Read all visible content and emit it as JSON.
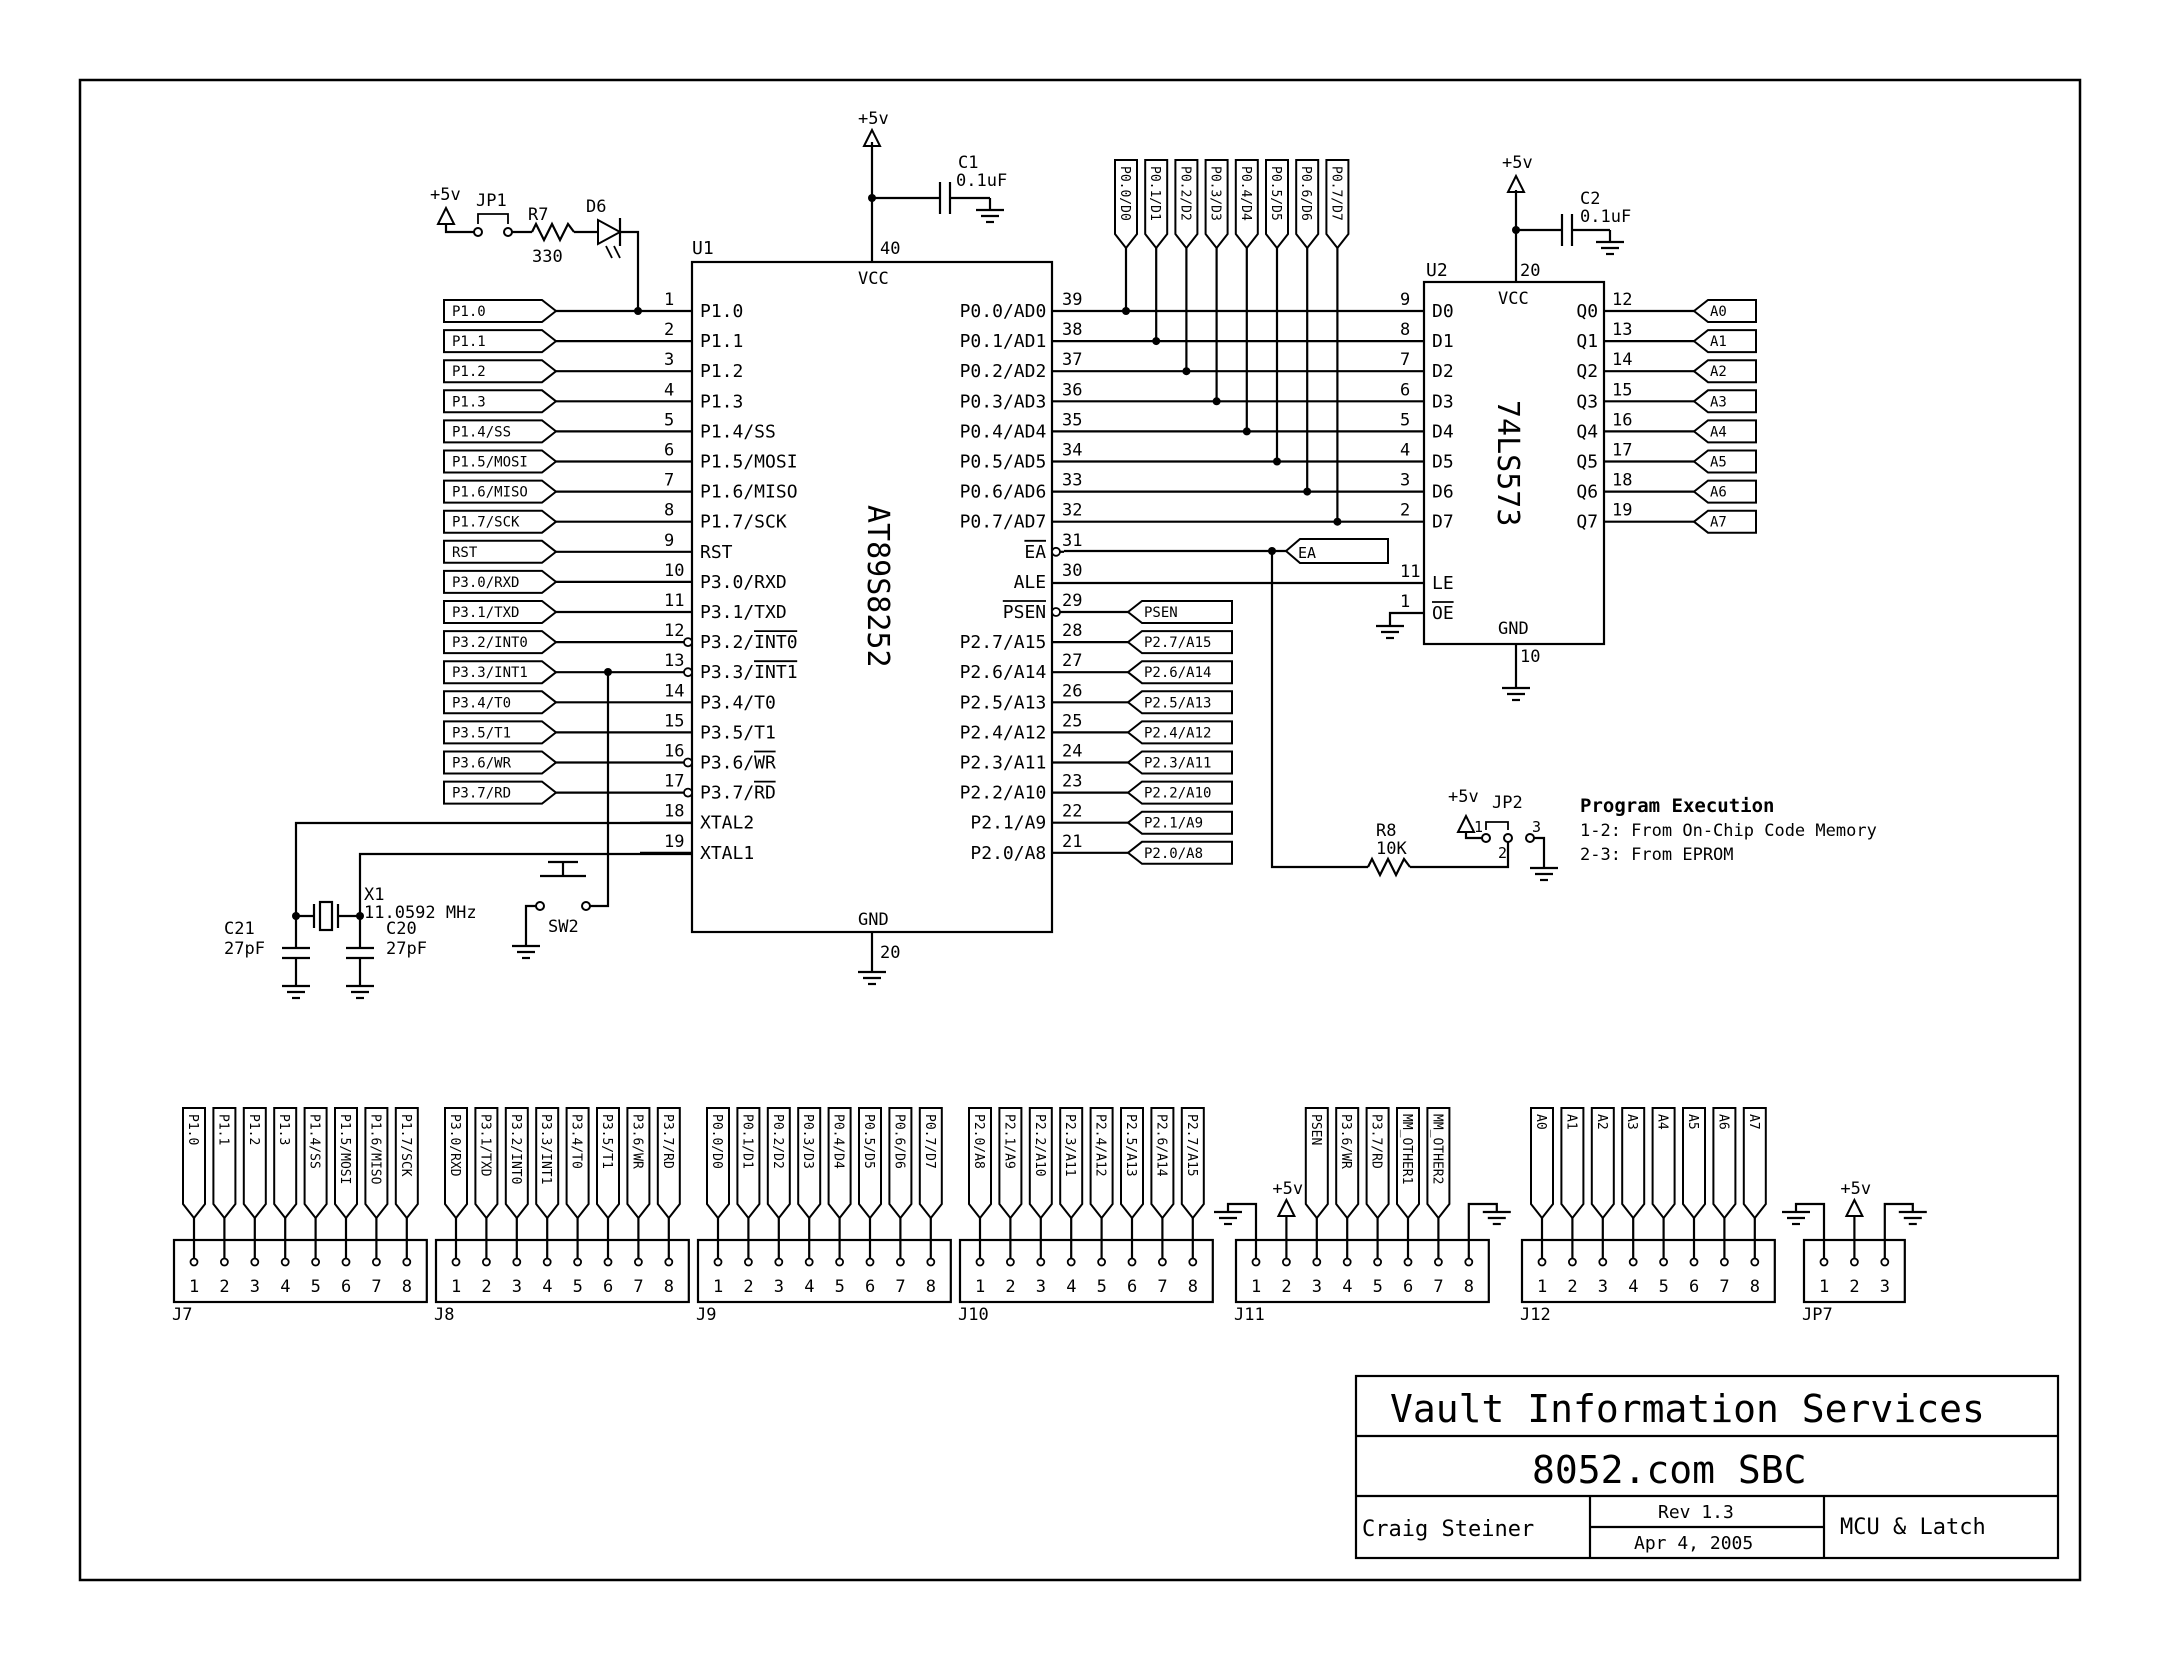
{
  "u1": {
    "ref": "U1",
    "part": "AT89S8252",
    "vcc": "VCC",
    "vcc_pin": "40",
    "gnd": "GND",
    "gnd_pin": "20",
    "left": [
      {
        "pin": "1",
        "name": "P1.0",
        "flag": "P1.0"
      },
      {
        "pin": "2",
        "name": "P1.1",
        "flag": "P1.1"
      },
      {
        "pin": "3",
        "name": "P1.2",
        "flag": "P1.2"
      },
      {
        "pin": "4",
        "name": "P1.3",
        "flag": "P1.3"
      },
      {
        "pin": "5",
        "name": "P1.4/SS",
        "flag": "P1.4/SS"
      },
      {
        "pin": "6",
        "name": "P1.5/MOSI",
        "flag": "P1.5/MOSI"
      },
      {
        "pin": "7",
        "name": "P1.6/MISO",
        "flag": "P1.6/MISO"
      },
      {
        "pin": "8",
        "name": "P1.7/SCK",
        "flag": "P1.7/SCK"
      },
      {
        "pin": "9",
        "name": "RST",
        "flag": "RST"
      },
      {
        "pin": "10",
        "name": "P3.0/RXD",
        "flag": "P3.0/RXD"
      },
      {
        "pin": "11",
        "name": "P3.1/TXD",
        "flag": "P3.1/TXD"
      },
      {
        "pin": "12",
        "name": "P3.2/INT0",
        "flag": "P3.2/INT0"
      },
      {
        "pin": "13",
        "name": "P3.3/INT1",
        "flag": "P3.3/INT1"
      },
      {
        "pin": "14",
        "name": "P3.4/T0",
        "flag": "P3.4/T0"
      },
      {
        "pin": "15",
        "name": "P3.5/T1",
        "flag": "P3.5/T1"
      },
      {
        "pin": "16",
        "name": "P3.6/WR",
        "flag": "P3.6/WR"
      },
      {
        "pin": "17",
        "name": "P3.7/RD",
        "flag": "P3.7/RD"
      },
      {
        "pin": "18",
        "name": "XTAL2",
        "flag": ""
      },
      {
        "pin": "19",
        "name": "XTAL1",
        "flag": ""
      }
    ],
    "right": [
      {
        "pin": "39",
        "name": "P0.0/AD0",
        "flag": ""
      },
      {
        "pin": "38",
        "name": "P0.1/AD1",
        "flag": ""
      },
      {
        "pin": "37",
        "name": "P0.2/AD2",
        "flag": ""
      },
      {
        "pin": "36",
        "name": "P0.3/AD3",
        "flag": ""
      },
      {
        "pin": "35",
        "name": "P0.4/AD4",
        "flag": ""
      },
      {
        "pin": "34",
        "name": "P0.5/AD5",
        "flag": ""
      },
      {
        "pin": "33",
        "name": "P0.6/AD6",
        "flag": ""
      },
      {
        "pin": "32",
        "name": "P0.7/AD7",
        "flag": ""
      },
      {
        "pin": "31",
        "name": "EA",
        "flag": ""
      },
      {
        "pin": "30",
        "name": "ALE",
        "flag": ""
      },
      {
        "pin": "29",
        "name": "PSEN",
        "flag": "PSEN"
      },
      {
        "pin": "28",
        "name": "P2.7/A15",
        "flag": "P2.7/A15"
      },
      {
        "pin": "27",
        "name": "P2.6/A14",
        "flag": "P2.6/A14"
      },
      {
        "pin": "26",
        "name": "P2.5/A13",
        "flag": "P2.5/A13"
      },
      {
        "pin": "25",
        "name": "P2.4/A12",
        "flag": "P2.4/A12"
      },
      {
        "pin": "24",
        "name": "P2.3/A11",
        "flag": "P2.3/A11"
      },
      {
        "pin": "23",
        "name": "P2.2/A10",
        "flag": "P2.2/A10"
      },
      {
        "pin": "22",
        "name": "P2.1/A9",
        "flag": "P2.1/A9"
      },
      {
        "pin": "21",
        "name": "P2.0/A8",
        "flag": "P2.0/A8"
      }
    ]
  },
  "p0_flags": [
    "P0.0/D0",
    "P0.1/D1",
    "P0.2/D2",
    "P0.3/D3",
    "P0.4/D4",
    "P0.5/D5",
    "P0.6/D6",
    "P0.7/D7"
  ],
  "u2": {
    "ref": "U2",
    "part": "74LS573",
    "vcc": "VCC",
    "vcc_pin": "20",
    "gnd": "GND",
    "gnd_pin": "10",
    "left": [
      {
        "pin": "9",
        "name": "D0"
      },
      {
        "pin": "8",
        "name": "D1"
      },
      {
        "pin": "7",
        "name": "D2"
      },
      {
        "pin": "6",
        "name": "D3"
      },
      {
        "pin": "5",
        "name": "D4"
      },
      {
        "pin": "4",
        "name": "D5"
      },
      {
        "pin": "3",
        "name": "D6"
      },
      {
        "pin": "2",
        "name": "D7"
      },
      {
        "pin": "11",
        "name": "LE"
      },
      {
        "pin": "1",
        "name": "OE"
      }
    ],
    "right": [
      {
        "pin": "12",
        "name": "Q0",
        "flag": "A0"
      },
      {
        "pin": "13",
        "name": "Q1",
        "flag": "A1"
      },
      {
        "pin": "14",
        "name": "Q2",
        "flag": "A2"
      },
      {
        "pin": "15",
        "name": "Q3",
        "flag": "A3"
      },
      {
        "pin": "16",
        "name": "Q4",
        "flag": "A4"
      },
      {
        "pin": "17",
        "name": "Q5",
        "flag": "A5"
      },
      {
        "pin": "18",
        "name": "Q6",
        "flag": "A6"
      },
      {
        "pin": "19",
        "name": "Q7",
        "flag": "A7"
      }
    ]
  },
  "ea_flag": "EA",
  "power": "+5v",
  "c1": {
    "ref": "C1",
    "value": "0.1uF"
  },
  "c2": {
    "ref": "C2",
    "value": "0.1uF"
  },
  "jp1": {
    "ref": "JP1"
  },
  "r7": {
    "ref": "R7",
    "value": "330"
  },
  "d6": {
    "ref": "D6"
  },
  "x1": {
    "ref": "X1",
    "value": "11.0592 MHz"
  },
  "c21": {
    "ref": "C21",
    "value": "27pF"
  },
  "c20": {
    "ref": "C20",
    "value": "27pF"
  },
  "sw2": {
    "ref": "SW2"
  },
  "r8": {
    "ref": "R8",
    "value": "10K"
  },
  "jp2": {
    "ref": "JP2",
    "pins": [
      "1",
      "2",
      "3"
    ]
  },
  "note": {
    "title": "Program Execution",
    "line1": "1-2: From On-Chip Code Memory",
    "line2": "2-3: From EPROM"
  },
  "headers": [
    {
      "ref": "J7",
      "pins": [
        {
          "t": "flag",
          "label": "P1.0"
        },
        {
          "t": "flag",
          "label": "P1.1"
        },
        {
          "t": "flag",
          "label": "P1.2"
        },
        {
          "t": "flag",
          "label": "P1.3"
        },
        {
          "t": "flag",
          "label": "P1.4/SS"
        },
        {
          "t": "flag",
          "label": "P1.5/MOSI"
        },
        {
          "t": "flag",
          "label": "P1.6/MISO"
        },
        {
          "t": "flag",
          "label": "P1.7/SCK"
        }
      ]
    },
    {
      "ref": "J8",
      "pins": [
        {
          "t": "flag",
          "label": "P3.0/RXD"
        },
        {
          "t": "flag",
          "label": "P3.1/TXD"
        },
        {
          "t": "flag",
          "label": "P3.2/INT0"
        },
        {
          "t": "flag",
          "label": "P3.3/INT1"
        },
        {
          "t": "flag",
          "label": "P3.4/T0"
        },
        {
          "t": "flag",
          "label": "P3.5/T1"
        },
        {
          "t": "flag",
          "label": "P3.6/WR"
        },
        {
          "t": "flag",
          "label": "P3.7/RD"
        }
      ]
    },
    {
      "ref": "J9",
      "pins": [
        {
          "t": "flag",
          "label": "P0.0/D0"
        },
        {
          "t": "flag",
          "label": "P0.1/D1"
        },
        {
          "t": "flag",
          "label": "P0.2/D2"
        },
        {
          "t": "flag",
          "label": "P0.3/D3"
        },
        {
          "t": "flag",
          "label": "P0.4/D4"
        },
        {
          "t": "flag",
          "label": "P0.5/D5"
        },
        {
          "t": "flag",
          "label": "P0.6/D6"
        },
        {
          "t": "flag",
          "label": "P0.7/D7"
        }
      ]
    },
    {
      "ref": "J10",
      "pins": [
        {
          "t": "flag",
          "label": "P2.0/A8"
        },
        {
          "t": "flag",
          "label": "P2.1/A9"
        },
        {
          "t": "flag",
          "label": "P2.2/A10"
        },
        {
          "t": "flag",
          "label": "P2.3/A11"
        },
        {
          "t": "flag",
          "label": "P2.4/A12"
        },
        {
          "t": "flag",
          "label": "P2.5/A13"
        },
        {
          "t": "flag",
          "label": "P2.6/A14"
        },
        {
          "t": "flag",
          "label": "P2.7/A15"
        }
      ]
    },
    {
      "ref": "J11",
      "pins": [
        {
          "t": "gnd",
          "label": ""
        },
        {
          "t": "vcc",
          "label": "+5v"
        },
        {
          "t": "flag",
          "label": "PSEN"
        },
        {
          "t": "flag",
          "label": "P3.6/WR"
        },
        {
          "t": "flag",
          "label": "P3.7/RD"
        },
        {
          "t": "flag",
          "label": "MM_OTHER1"
        },
        {
          "t": "flag",
          "label": "MM_OTHER2"
        },
        {
          "t": "gnd",
          "label": ""
        }
      ]
    },
    {
      "ref": "J12",
      "pins": [
        {
          "t": "flag",
          "label": "A0"
        },
        {
          "t": "flag",
          "label": "A1"
        },
        {
          "t": "flag",
          "label": "A2"
        },
        {
          "t": "flag",
          "label": "A3"
        },
        {
          "t": "flag",
          "label": "A4"
        },
        {
          "t": "flag",
          "label": "A5"
        },
        {
          "t": "flag",
          "label": "A6"
        },
        {
          "t": "flag",
          "label": "A7"
        }
      ]
    },
    {
      "ref": "JP7",
      "pins": [
        {
          "t": "gnd",
          "label": ""
        },
        {
          "t": "vcc",
          "label": "+5v"
        },
        {
          "t": "gnd",
          "label": ""
        }
      ]
    }
  ],
  "title_block": {
    "company": "Vault Information Services",
    "project": "8052.com SBC",
    "author": "Craig Steiner",
    "rev": "Rev 1.3",
    "date": "Apr 4, 2005",
    "sheet": "MCU & Latch"
  }
}
